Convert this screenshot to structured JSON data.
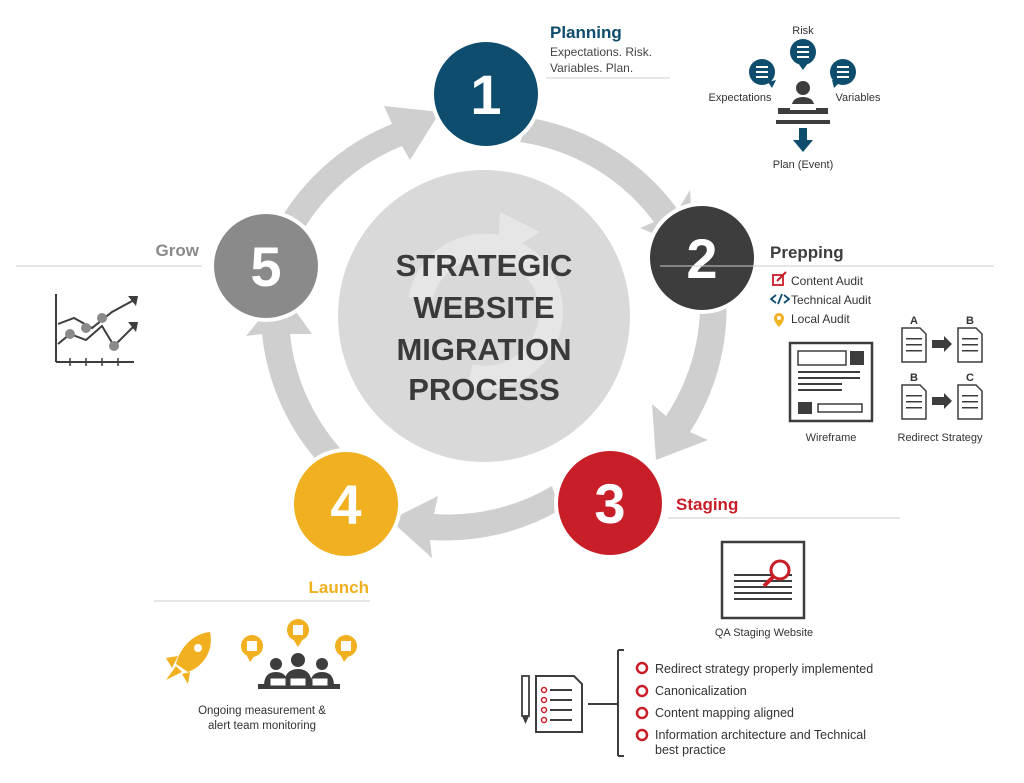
{
  "center": {
    "line1": "STRATEGIC",
    "line2": "WEBSITE",
    "line3": "MIGRATION",
    "line4": "PROCESS"
  },
  "steps": [
    {
      "number": "1",
      "title": "Planning",
      "color": "#0e4d6e"
    },
    {
      "number": "2",
      "title": "Prepping",
      "color": "#3d3d3d"
    },
    {
      "number": "3",
      "title": "Staging",
      "color": "#c81e28"
    },
    {
      "number": "4",
      "title": "Launch",
      "color": "#f0b020"
    },
    {
      "number": "5",
      "title": "Grow",
      "color": "#8a8a8a"
    }
  ],
  "planning": {
    "desc_line1": "Expectations. Risk.",
    "desc_line2": "Variables. Plan.",
    "risk": "Risk",
    "expectations": "Expectations",
    "variables": "Variables",
    "plan": "Plan (Event)"
  },
  "prepping": {
    "items": [
      "Content Audit",
      "Technical Audit",
      "Local Audit"
    ],
    "wireframe": "Wireframe",
    "redirect_strategy": "Redirect Strategy",
    "doc_a": "A",
    "doc_b": "B",
    "doc_b2": "B",
    "doc_c": "C"
  },
  "staging": {
    "qa": "QA Staging Website",
    "checklist": [
      "Redirect strategy properly implemented",
      "Canonicalization",
      "Content mapping aligned",
      "Information architecture and Technical"
    ],
    "checklist_cont": "best practice"
  },
  "launch": {
    "caption_line1": "Ongoing measurement &",
    "caption_line2": "alert team monitoring"
  },
  "colors": {
    "ring": "#cfcfcf",
    "center_disc": "#d9d9d9",
    "text_dark": "#3a3a3a"
  }
}
